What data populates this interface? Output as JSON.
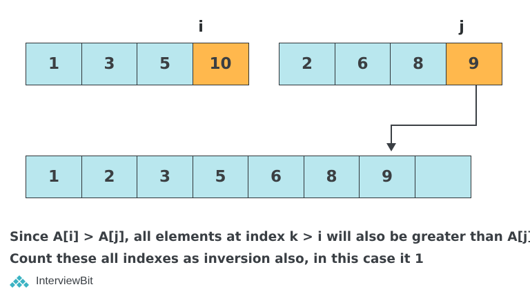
{
  "left_array": {
    "values": [
      "1",
      "3",
      "5",
      "10"
    ],
    "pointer_label": "i",
    "highlight_index": 3
  },
  "right_array": {
    "values": [
      "2",
      "6",
      "8",
      "9"
    ],
    "pointer_label": "j",
    "highlight_index": 3
  },
  "merged_array": {
    "values": [
      "1",
      "2",
      "3",
      "5",
      "6",
      "8",
      "9",
      ""
    ]
  },
  "caption": {
    "line1": "Since A[i] > A[j], all elements at index k > i will also be greater than A[j]",
    "line2": "Count these all indexes as inversion also, in this case it 1"
  },
  "logo": {
    "text": "InterviewBit",
    "icon": "interviewbit-logo-icon"
  },
  "colors": {
    "cell_fill": "#b9e7ee",
    "highlight_fill": "#ffb84d",
    "border": "#2e3438",
    "text": "#3b3f42"
  }
}
